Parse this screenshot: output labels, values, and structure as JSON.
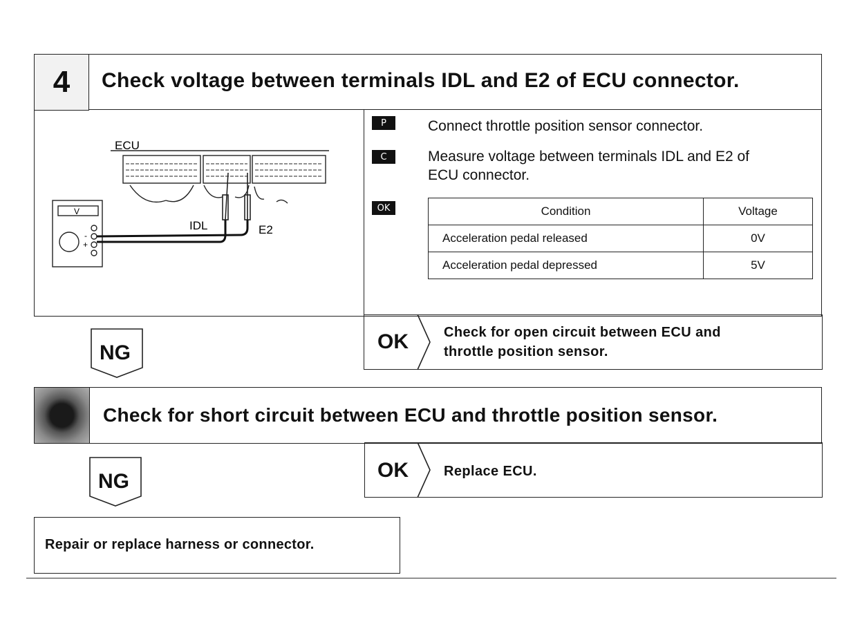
{
  "step4": {
    "number": "4",
    "title": "Check voltage between terminals IDL and E2 of ECU connector.",
    "diagram": {
      "ecu_label": "ECU",
      "meter_label": "V",
      "idl_label": "IDL",
      "e2_label": "E2",
      "plus_mark": "+",
      "minus_mark": "-"
    },
    "instructions": [
      {
        "icon": "P",
        "text": "Connect throttle position sensor connector."
      },
      {
        "icon": "C",
        "text_line1": "Measure voltage between terminals IDL and E2 of",
        "text_line2": "ECU connector."
      }
    ],
    "ok_icon": "OK",
    "table": {
      "headers": [
        "Condition",
        "Voltage"
      ],
      "rows": [
        {
          "condition": "Acceleration pedal released",
          "voltage": "0V"
        },
        {
          "condition": "Acceleration pedal depressed",
          "voltage": "5V"
        }
      ]
    },
    "ok_result": {
      "label": "OK",
      "line1": "Check for open circuit between ECU and",
      "line2": "throttle position sensor."
    },
    "ng_label": "NG"
  },
  "step5": {
    "title": "Check for short circuit between ECU and throttle position sensor.",
    "ok_result": {
      "label": "OK",
      "text": "Replace ECU."
    },
    "ng_label": "NG"
  },
  "repair": {
    "text": "Repair or replace harness or connector."
  }
}
